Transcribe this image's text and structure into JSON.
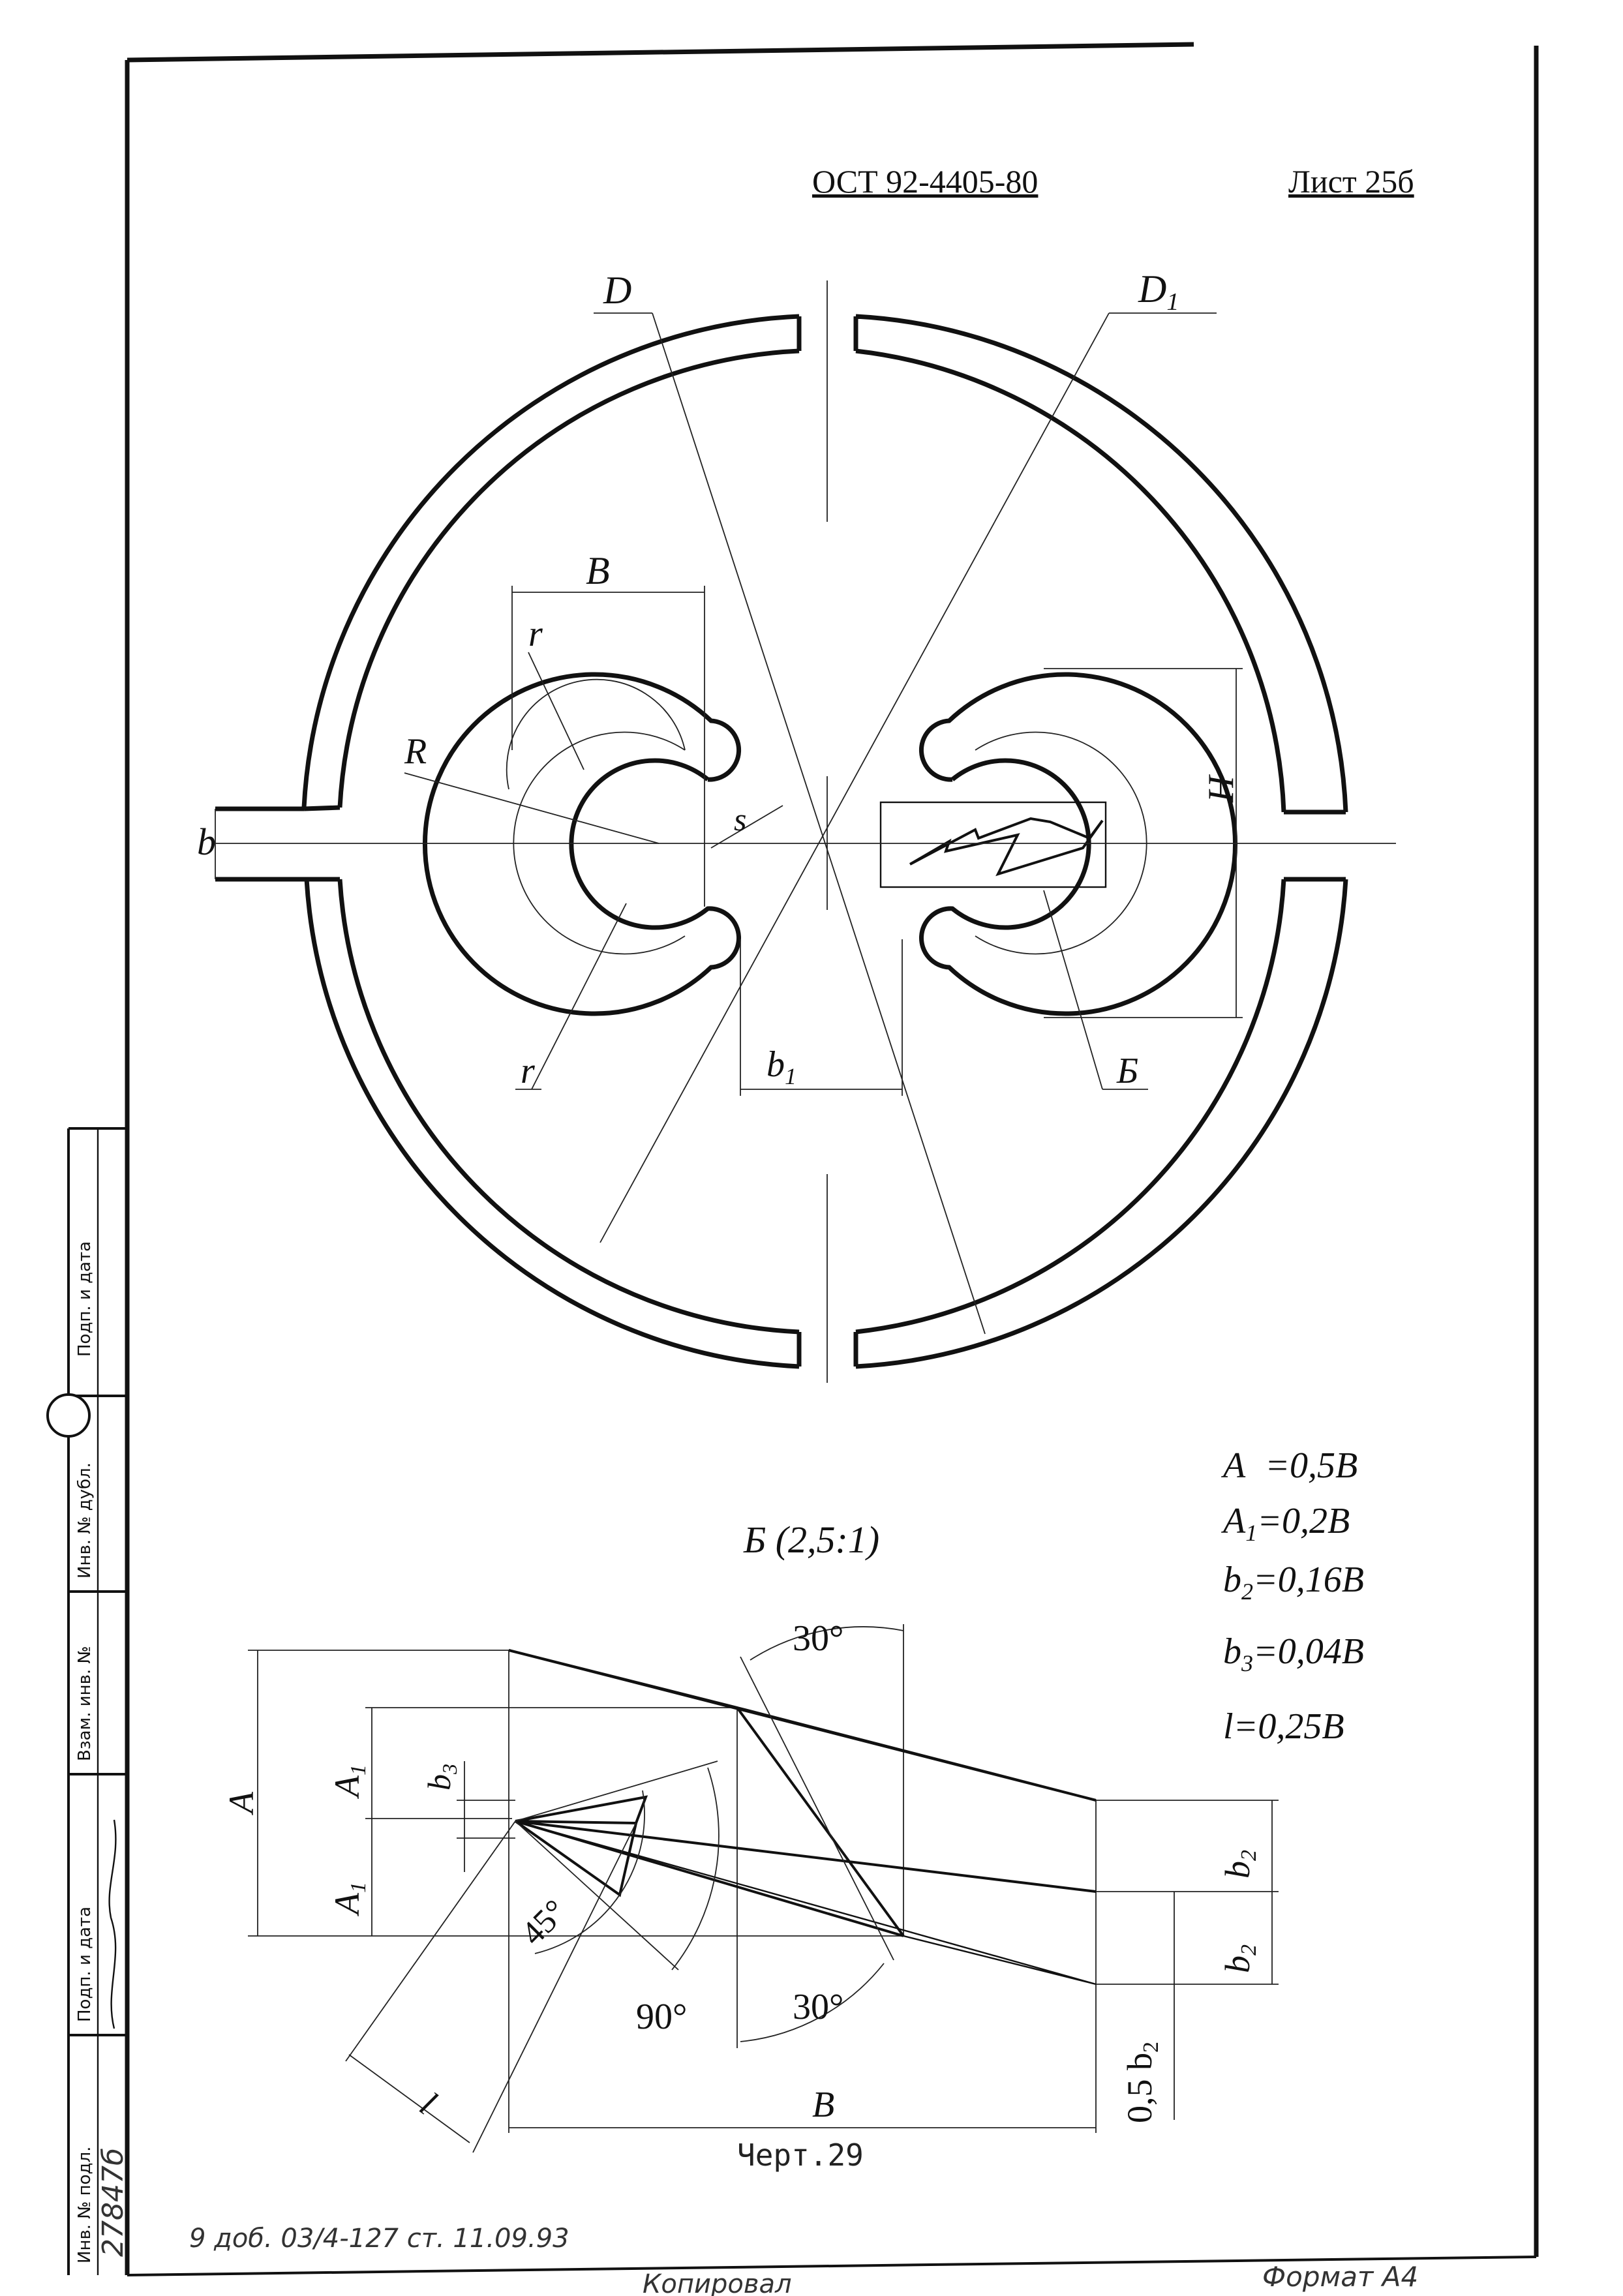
{
  "header": {
    "standard": "ОСТ 92-4405-80",
    "sheet": "Лист 25б"
  },
  "drawing": {
    "label_D": "D",
    "label_D1_main": "D",
    "label_D1_sub": "1",
    "label_B": "B",
    "label_r_top": "r",
    "label_r_bottom": "r",
    "label_R": "R",
    "label_s": "s",
    "label_b": "b",
    "label_b1_main": "b",
    "label_b1_sub": "1",
    "label_H": "H",
    "label_view_ref": "Б"
  },
  "formulas": [
    {
      "lhs": "A",
      "sub": "",
      "rhs": "=0,5B"
    },
    {
      "lhs": "A",
      "sub": "1",
      "rhs": "=0,2B"
    },
    {
      "lhs": "b",
      "sub": "2",
      "rhs": "=0,16B"
    },
    {
      "lhs": "b",
      "sub": "3",
      "rhs": "=0,04B"
    },
    {
      "lhs": "l",
      "sub": "",
      "rhs": "=0,25B"
    }
  ],
  "detail": {
    "title": "Б (2,5:1)",
    "angle_30_top": "30°",
    "angle_30_bottom": "30°",
    "angle_45": "45°",
    "angle_90": "90°",
    "label_A": "A",
    "label_A1_top": "A",
    "label_A1_bottom": "A",
    "sub_1": "1",
    "label_b3": "b",
    "sub_3": "3",
    "label_b2_top": "b",
    "label_b2_bottom": "b",
    "sub_2": "2",
    "label_05b2": "0,5 b",
    "label_l": "l",
    "label_B": "B"
  },
  "caption": "Черт.29",
  "stamp": {
    "col1": "Инв. № подл.",
    "col2": "Подп. и дата",
    "col3": "Взам. инв. №",
    "col4": "Инв. № дубл.",
    "col5": "Подп. и дата",
    "inv_number": "27847б"
  },
  "footer": {
    "copied": "Копировал",
    "format": "Формат А4",
    "handwritten_note": "9 доб. 03/4-127 ст. 11.09.93"
  }
}
